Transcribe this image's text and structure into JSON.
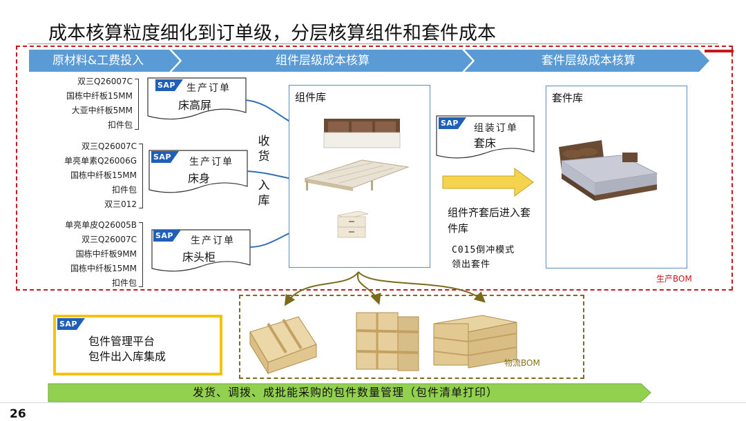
{
  "slide": {
    "title": "成本核算粒度细化到订单级，分层核算组件和套件成本",
    "page_number": "26"
  },
  "stages": [
    "原材料&工费投入",
    "组件层级成本核算",
    "套件层级成本核算"
  ],
  "materials": {
    "headboard": [
      "双三Q26007C",
      "国栋中纤板15MM",
      "大亚中纤板5MM",
      "扣件包"
    ],
    "bedframe": [
      "双三Q26007C",
      "单亮单素Q26006G",
      "国栋中纤板15MM",
      "扣件包",
      "双三012"
    ],
    "nightstand": [
      "单亮单皮Q26005B",
      "双三Q26007C",
      "国栋中纤板9MM",
      "国栋中纤板15MM",
      "扣件包"
    ]
  },
  "orders": [
    {
      "logo": "SAP",
      "title": "生产订单",
      "name": "床高屏"
    },
    {
      "logo": "SAP",
      "title": "生产订单",
      "name": "床身"
    },
    {
      "logo": "SAP",
      "title": "生产订单",
      "name": "床头柜"
    }
  ],
  "assembly_order": {
    "logo": "SAP",
    "title": "组装订单",
    "name": "套床"
  },
  "receipt_label": {
    "top": "收货",
    "bottom": "入库"
  },
  "component_store": {
    "label": "组件库"
  },
  "kit_store": {
    "label": "套件库"
  },
  "kit_note": "组件齐套后进入套件库",
  "backflush_note": "C015倒冲模式领出套件",
  "production_bom": "生产BOM",
  "logistics_bom": "物流BOM",
  "platform": {
    "logo": "SAP",
    "line1": "包件管理平台",
    "line2": "包件出入库集成"
  },
  "bottom_banner": "发货、调拨、成批能采购的包件数量管理（包件清单打印）",
  "colors": {
    "stage_blue": "#5b9bd5",
    "frame_red": "#c8161d",
    "banner_green": "#92d050",
    "highlight_yellow": "#f7c20a",
    "arrow_gold": "#f5d34f"
  }
}
